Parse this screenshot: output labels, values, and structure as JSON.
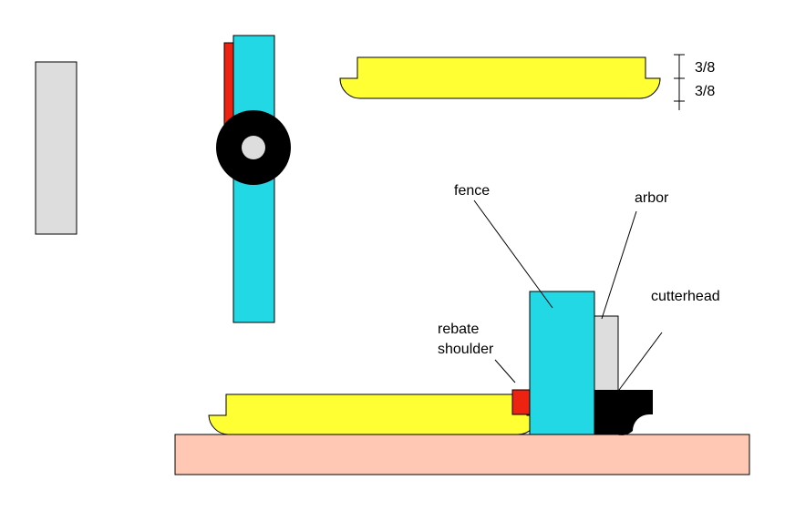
{
  "labels": {
    "fence": "fence",
    "arbor": "arbor",
    "cutterhead": "cutterhead",
    "rebate_line1": "rebate",
    "rebate_line2": "shoulder",
    "dim_top": "3/8",
    "dim_bottom": "3/8"
  },
  "colors": {
    "workpiece": "#ffff33",
    "fence": "#22d8e4",
    "rebate_shoulder": "#ee2211",
    "table": "#ffc8b4",
    "arbor": "#dddddd",
    "cutterhead": "#000000",
    "stock_gray": "#dddddd",
    "outline": "#000000",
    "background": "#ffffff"
  }
}
